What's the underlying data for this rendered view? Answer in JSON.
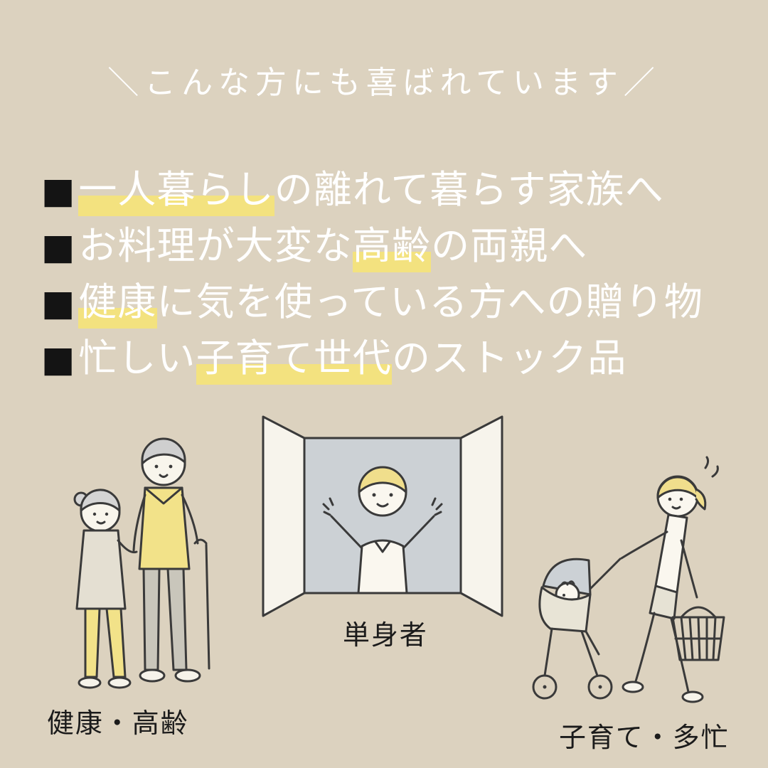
{
  "title": "＼こんな方にも喜ばれています／",
  "bullets": [
    {
      "bullet": "■",
      "segments": [
        {
          "text": "一人暮らし",
          "highlight": true
        },
        {
          "text": "の離れて暮らす家族へ",
          "highlight": false
        }
      ]
    },
    {
      "bullet": "■",
      "segments": [
        {
          "text": "お料理が大変な",
          "highlight": false
        },
        {
          "text": "高齢",
          "highlight": true
        },
        {
          "text": "の両親へ",
          "highlight": false
        }
      ]
    },
    {
      "bullet": "■",
      "segments": [
        {
          "text": "健康",
          "highlight": true
        },
        {
          "text": "に気を使っている方への贈り物",
          "highlight": false
        }
      ]
    },
    {
      "bullet": "■",
      "segments": [
        {
          "text": "忙しい",
          "highlight": false
        },
        {
          "text": "子育て世代",
          "highlight": true
        },
        {
          "text": "のストック品",
          "highlight": false
        }
      ]
    }
  ],
  "captions": {
    "elderly": "健康・高齢",
    "single": "単身者",
    "parenting": "子育て・多忙"
  },
  "illustrations": {
    "elderly": "elderly-couple-walking",
    "single": "man-opening-window",
    "parenting": "mother-with-stroller-and-basket"
  },
  "colors": {
    "background": "#DCD2BF",
    "highlight": "#F3E27F",
    "title_text": "#FFFFFF",
    "body_text": "#FFFFFF",
    "bullet_square": "#141414",
    "caption_text": "#1B1B1B",
    "illustration_line": "#3A3A3A",
    "illustration_yellow": "#F2E289",
    "illustration_gray": "#CCD1D5"
  }
}
